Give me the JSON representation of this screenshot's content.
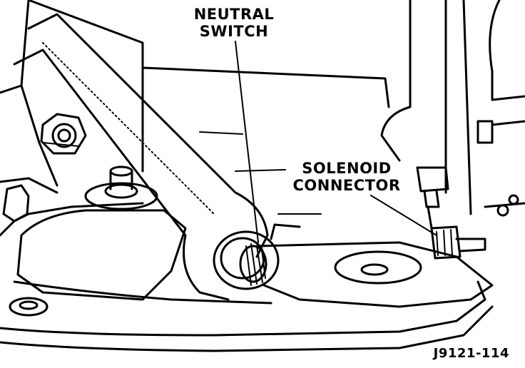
{
  "labels": {
    "neutral_switch_line1": "NEUTRAL",
    "neutral_switch_line2": "SWITCH",
    "solenoid_connector_line1": "SOLENOID",
    "solenoid_connector_line2": "CONNECTOR"
  },
  "figure_id": "J9121-114"
}
